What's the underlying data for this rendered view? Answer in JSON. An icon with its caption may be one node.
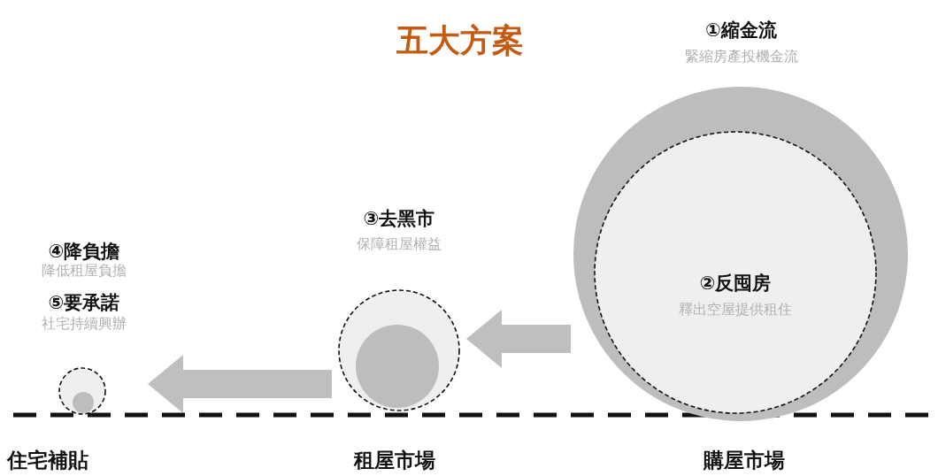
{
  "diagram": {
    "title": "五大方案",
    "nodes": [
      {
        "text": [
          "①縮金流",
          "緊縮房產投機金流"
        ]
      },
      {
        "text": [
          "②反囤房",
          "釋出空屋提供租住"
        ],
        "in": 0
      },
      {
        "text": [
          "③去黑市",
          "保障租屋權益"
        ]
      },
      {
        "text": [],
        "shape": "circle",
        "in": 2
      },
      {
        "text": [
          "④降負擔",
          "降低租屋負擔",
          "⑤要承諾",
          "社宅持續興辦"
        ]
      },
      {
        "text": [],
        "shape": "circle",
        "in": 4
      }
    ],
    "edges": [
      {
        "from": 0,
        "to": 2,
        "arrow": "to"
      },
      {
        "from": 2,
        "to": 4,
        "arrow": "to"
      }
    ],
    "labels": [
      "住宅補貼",
      "租屋市場",
      "購屋市場"
    ]
  }
}
